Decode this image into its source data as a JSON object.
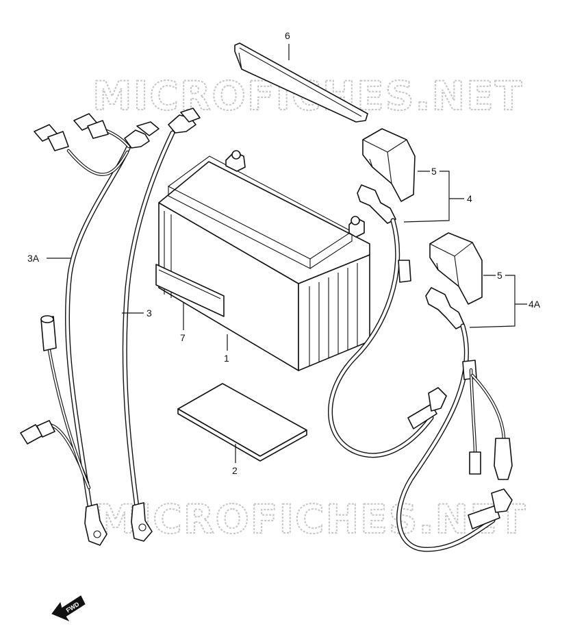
{
  "watermark": "MICROFICHES.NET",
  "direction_arrow": "FWD",
  "callouts": {
    "battery": "1",
    "battery_plate": "2",
    "cable_3": "3",
    "cable_3a": "3A",
    "cable_4": "4",
    "cable_4a": "4A",
    "cover_upper": "5",
    "cover_lower": "5",
    "top_cover": "6",
    "label": "7"
  }
}
